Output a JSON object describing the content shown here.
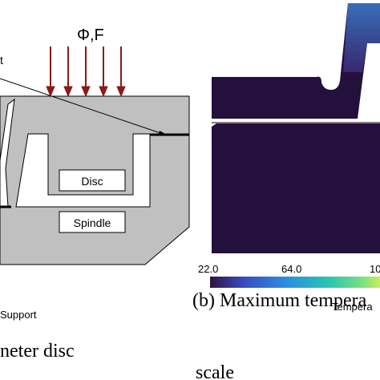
{
  "left_panel": {
    "force_label": "Φ,F",
    "cropped_label": "t",
    "disc_label": "Disc",
    "spindle_label": "Spindle",
    "support_label": "Support",
    "caption": "neter disc",
    "colors": {
      "body_gray": "#c0c0c0",
      "arrow_red": "#8b1a1a",
      "outline": "#000000"
    }
  },
  "right_panel": {
    "colorbar": {
      "tick_min": "22.0",
      "tick_mid": "64.0",
      "tick_max_partial": "10",
      "label_partial": "Tempera",
      "gradient": [
        "#30123b",
        "#3b4cc0",
        "#2a8fe0",
        "#29c5b0",
        "#7ee081",
        "#c8ee5a"
      ]
    },
    "caption_line1": "(b) Maximum tempera",
    "caption_line2": "scale",
    "colors": {
      "domain_fill": "#24103d"
    }
  }
}
